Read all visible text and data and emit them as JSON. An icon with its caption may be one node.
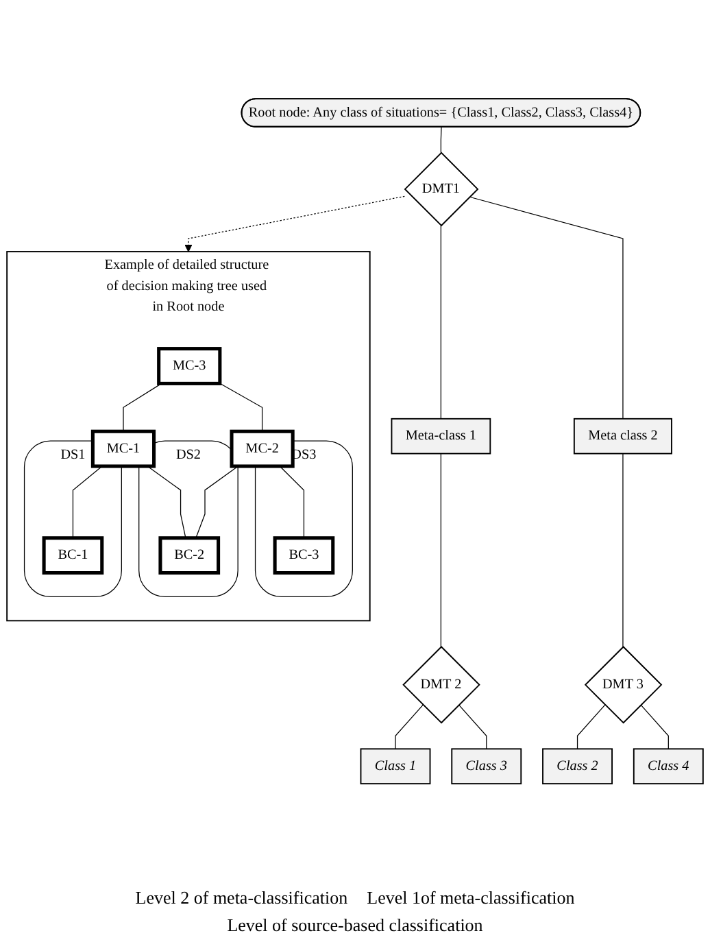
{
  "diagram": {
    "nodes": [
      {
        "text": [
          "Root node: Any class of situations= {Class1, Class2, Class3, Class4}"
        ]
      },
      {
        "text": [
          "DMT1"
        ]
      },
      {
        "text": [
          "Meta-class 1"
        ]
      },
      {
        "text": [
          "Meta class 2"
        ]
      },
      {
        "text": [
          "DMT 2"
        ]
      },
      {
        "text": [
          "Class 1"
        ]
      },
      {
        "text": [
          "Class 3"
        ]
      },
      {
        "text": [
          "DMT 3"
        ]
      },
      {
        "text": [
          "Class 2"
        ]
      },
      {
        "text": [
          "Class 4"
        ]
      },
      {
        "text": [
          "Example of detailed structure of decision making tree used in Root node"
        ]
      },
      {
        "text": [
          "MC-3"
        ],
        "in": 10
      },
      {
        "text": [
          "MC-1"
        ],
        "in": 10
      },
      {
        "text": [
          "MC-2"
        ],
        "in": 10
      },
      {
        "text": [
          "DS1"
        ],
        "in": 10
      },
      {
        "text": [
          "BC-1"
        ],
        "in": 14
      },
      {
        "text": [
          "DS2"
        ],
        "in": 10
      },
      {
        "text": [
          "BC-2"
        ],
        "in": 16
      },
      {
        "text": [
          "DS3"
        ],
        "in": 10
      },
      {
        "text": [
          "BC-3"
        ],
        "in": 18
      }
    ],
    "edges": [
      {
        "from": 0,
        "to": 1,
        "arrow": "none"
      },
      {
        "from": 1,
        "to": 2,
        "arrow": "none"
      },
      {
        "from": 1,
        "to": 3,
        "arrow": "none"
      },
      {
        "from": 2,
        "to": 4,
        "arrow": "none"
      },
      {
        "from": 4,
        "to": 5,
        "arrow": "none"
      },
      {
        "from": 4,
        "to": 6,
        "arrow": "none"
      },
      {
        "from": 3,
        "to": 7,
        "arrow": "none"
      },
      {
        "from": 7,
        "to": 8,
        "arrow": "none"
      },
      {
        "from": 7,
        "to": 9,
        "arrow": "none"
      },
      {
        "from": 1,
        "to": 10,
        "arrow": "to",
        "style": "dashed"
      },
      {
        "from": 11,
        "to": 12,
        "arrow": "none"
      },
      {
        "from": 11,
        "to": 13,
        "arrow": "none"
      },
      {
        "from": 12,
        "to": 15,
        "arrow": "none"
      },
      {
        "from": 12,
        "to": 17,
        "arrow": "none"
      },
      {
        "from": 13,
        "to": 17,
        "arrow": "none"
      },
      {
        "from": 13,
        "to": 19,
        "arrow": "none"
      }
    ],
    "labels": [
      "Level 2 of meta-classification",
      "Level 1of meta-classification",
      "Level of source-based classification"
    ]
  }
}
